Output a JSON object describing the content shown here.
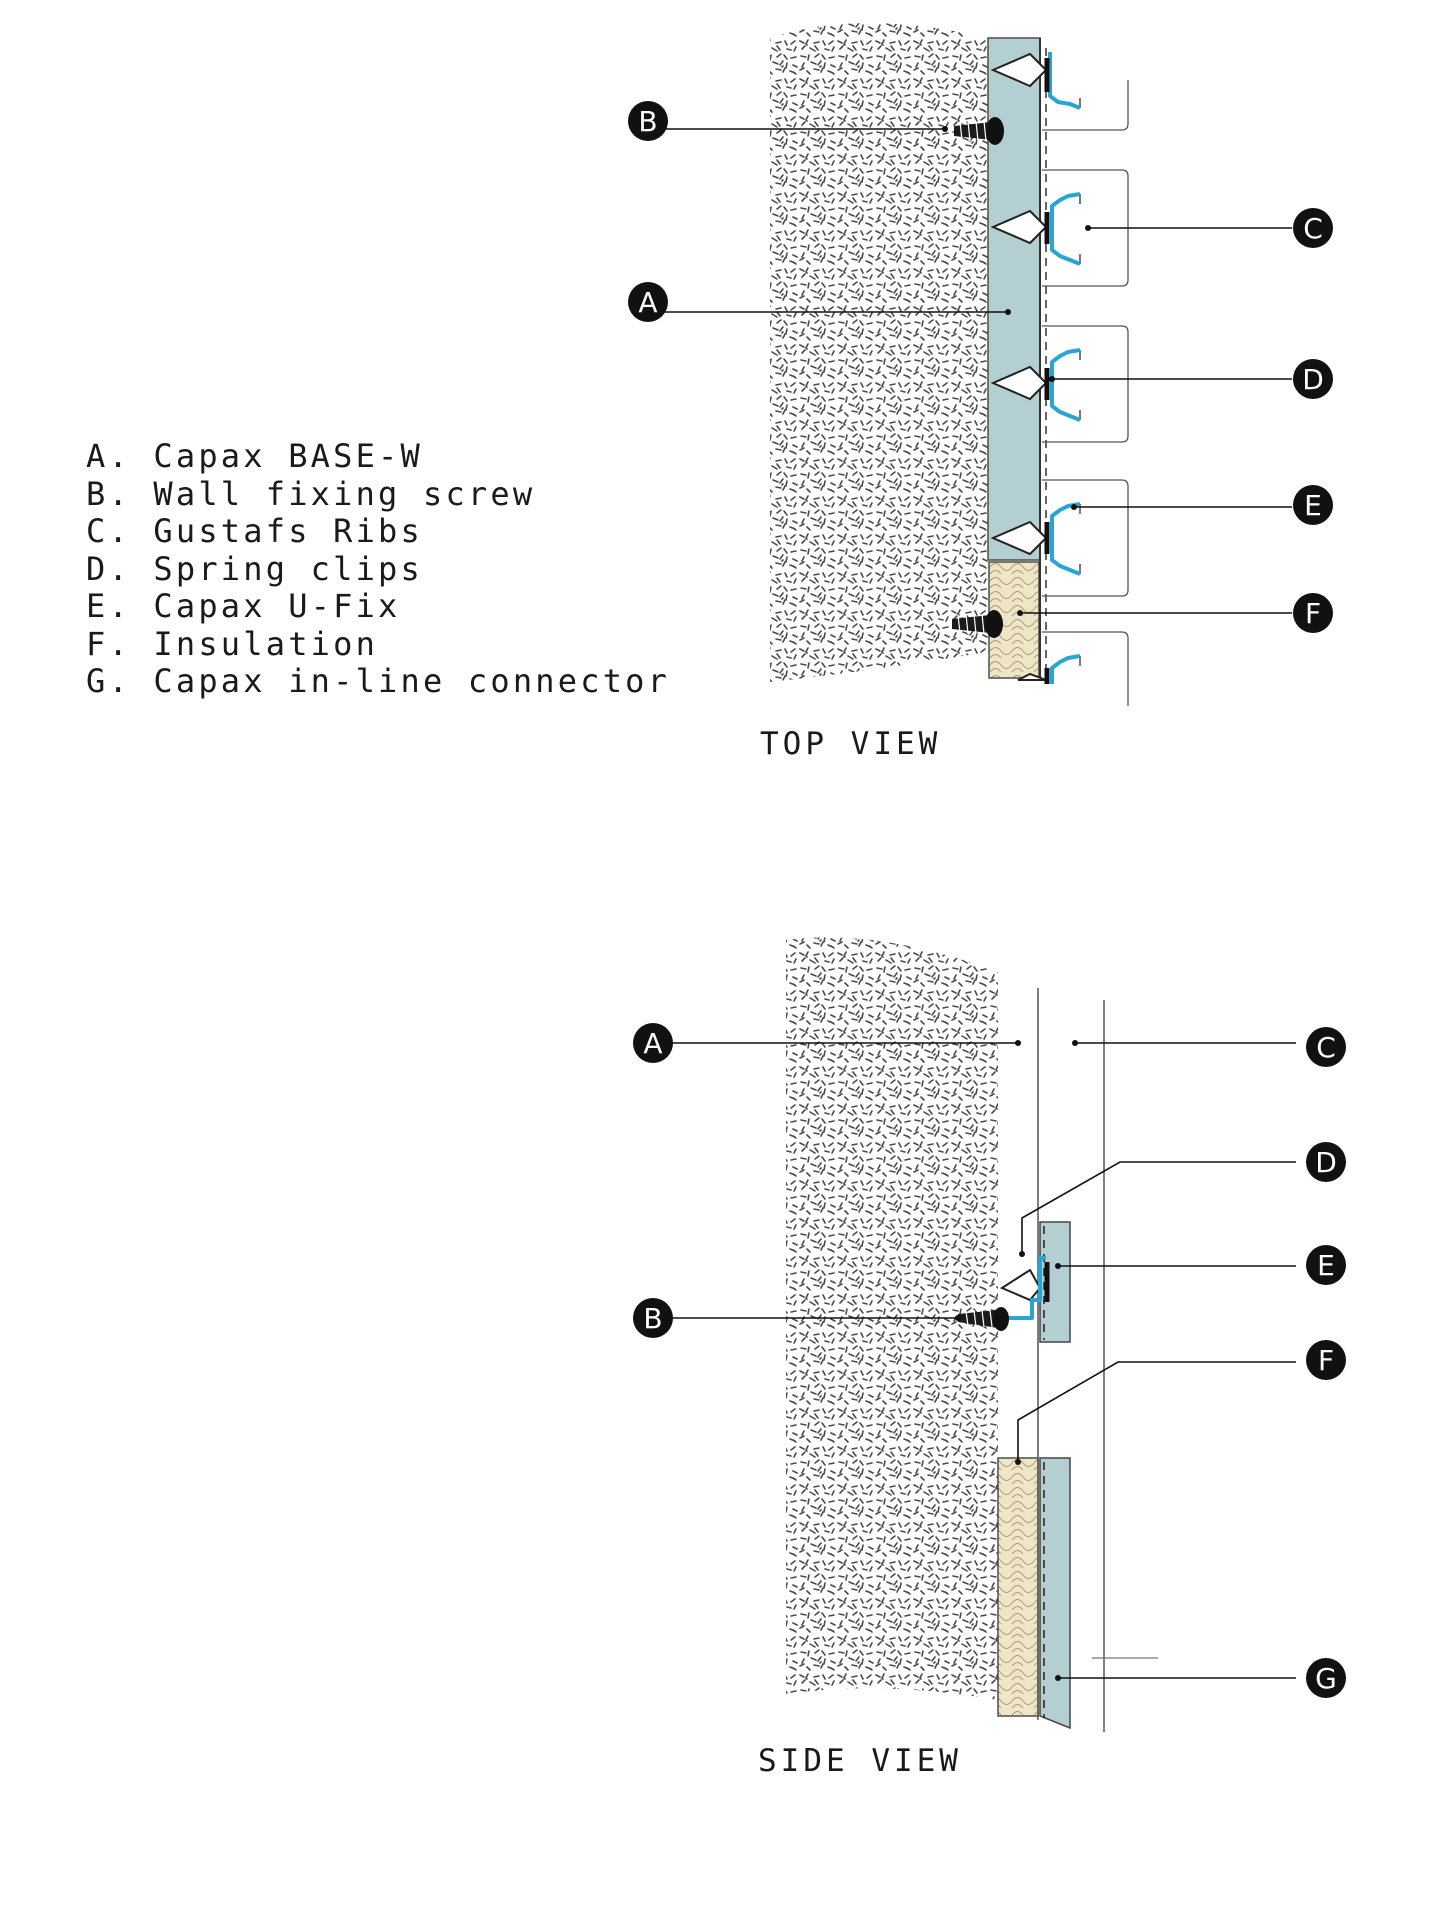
{
  "legend": [
    {
      "letter": "A",
      "text": "A. Capax BASE-W"
    },
    {
      "letter": "B",
      "text": "B. Wall fixing screw"
    },
    {
      "letter": "C",
      "text": "C. Gustafs Ribs"
    },
    {
      "letter": "D",
      "text": "D. Spring clips"
    },
    {
      "letter": "E",
      "text": "E. Capax U-Fix"
    },
    {
      "letter": "F",
      "text": "F. Insulation"
    },
    {
      "letter": "G",
      "text": "G. Capax in-line connector"
    }
  ],
  "views": {
    "top": {
      "title": "TOP VIEW"
    },
    "side": {
      "title": "SIDE VIEW"
    }
  },
  "callouts": {
    "top": [
      "B",
      "A",
      "C",
      "D",
      "E",
      "F"
    ],
    "side": [
      "A",
      "C",
      "D",
      "E",
      "B",
      "F",
      "G"
    ]
  },
  "colors": {
    "base_panel": "#b4cfd2",
    "clip_blue": "#27a6d3",
    "insulation": "#efe6c8",
    "concrete_speckle": "#4a4a4a",
    "badge": "#111111"
  }
}
